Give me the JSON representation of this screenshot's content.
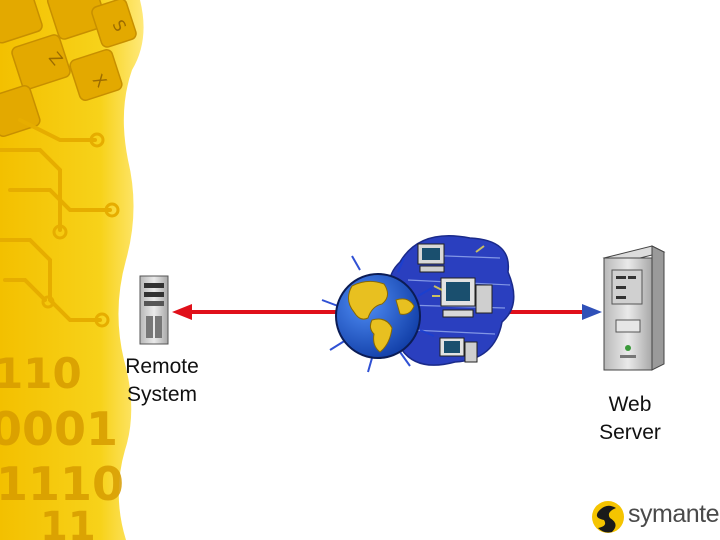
{
  "labels": {
    "remote_system": [
      "Remote",
      "System"
    ],
    "web_server": [
      "Web",
      "Server"
    ]
  },
  "logo": {
    "text": "symantec",
    "dot": "."
  },
  "icons": [
    "keyboard-background",
    "remote-computer-icon",
    "globe-icon",
    "network-computers-icon",
    "web-server-icon",
    "symantec-logo-icon"
  ],
  "colors": {
    "accent_yellow": "#f5c400",
    "connector_red": "#e0101a",
    "arrowhead_blue": "#2f50b8",
    "globe_ocean": "#1e5fd6",
    "globe_land": "#e8c020",
    "network_cloud": "#2a3fbf"
  }
}
